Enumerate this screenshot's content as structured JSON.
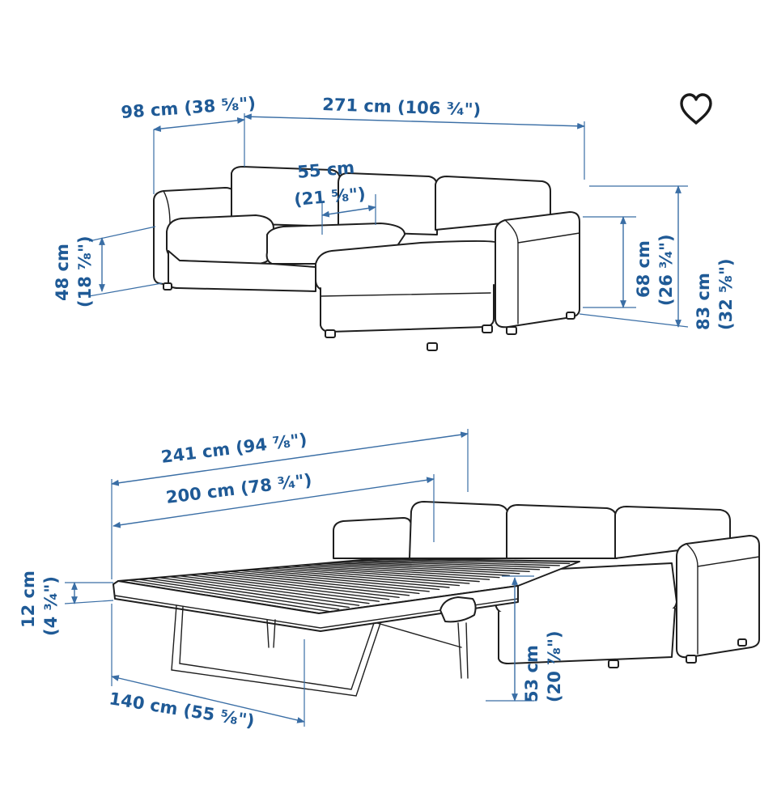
{
  "diagram": {
    "type": "furniture-dimension-drawing",
    "annotation_color": "#1f5a96",
    "line_color": "#1e1e1e",
    "top_view": {
      "chaise_depth": "98 cm (38 ⁵⁄₈\")",
      "total_width": "271 cm (106 ³⁄₄\")",
      "seat_depth_cm": "55 cm",
      "seat_depth_in": "(21 ⁵⁄₈\")",
      "seat_height_cm": "48 cm",
      "seat_height_in": "(18 ⁷⁄₈\")",
      "arm_height_cm": "68 cm",
      "arm_height_in": "(26 ³⁄₄\")",
      "total_height_cm": "83 cm",
      "total_height_in": "(32 ⁵⁄₈\")"
    },
    "bottom_view": {
      "open_length": "241 cm (94 ⁷⁄₈\")",
      "bed_length": "200 cm (78 ³⁄₄\")",
      "mattress_thickness_cm": "12 cm",
      "mattress_thickness_in": "(4 ³⁄₄\")",
      "bed_width": "140 cm (55 ⁵⁄₈\")",
      "bed_height_cm": "53 cm",
      "bed_height_in": "(20 ⁷⁄₈\")"
    }
  },
  "favorite": {
    "icon": "heart-outline-icon"
  }
}
